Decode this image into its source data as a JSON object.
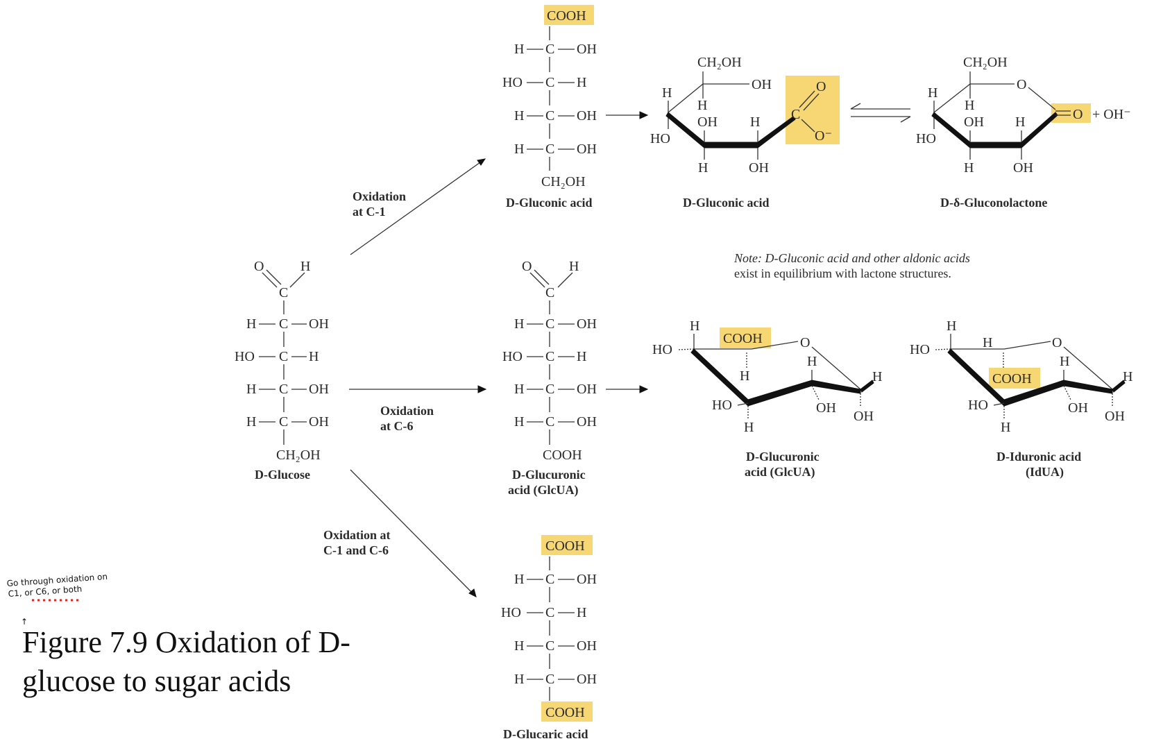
{
  "colors": {
    "highlight": "#f7d774",
    "ink": "#2a2a2a"
  },
  "glucose": {
    "top_O": "O",
    "top_H": "H",
    "C": "C",
    "rows": [
      {
        "left": "H",
        "right": "OH"
      },
      {
        "left": "HO",
        "right": "H"
      },
      {
        "left": "H",
        "right": "OH"
      },
      {
        "left": "H",
        "right": "OH"
      }
    ],
    "bottom": "CH₂OH",
    "label": "D-Glucose"
  },
  "reactions": {
    "c1": [
      "Oxidation",
      "at C-1"
    ],
    "c6": [
      "Oxidation",
      "at C-6"
    ],
    "both": [
      "Oxidation at",
      "C-1 and C-6"
    ]
  },
  "gluconic_fischer": {
    "top": "COOH",
    "rows": [
      {
        "left": "H",
        "right": "OH"
      },
      {
        "left": "HO",
        "right": "H"
      },
      {
        "left": "H",
        "right": "OH"
      },
      {
        "left": "H",
        "right": "OH"
      }
    ],
    "bottom": "CH₂OH",
    "label": "D-Gluconic acid"
  },
  "gluconic_chair": {
    "labels": [
      "CH₂OH",
      "OH",
      "H",
      "H",
      "HO",
      "OH",
      "H",
      "H",
      "OH",
      "C",
      "O",
      "O⁻"
    ],
    "label": "D-Gluconic acid"
  },
  "gluconolactone": {
    "labels": [
      "CH₂OH",
      "O",
      "H",
      "H",
      "HO",
      "OH",
      "H",
      "H",
      "OH",
      "O"
    ],
    "plus": "+ OH⁻",
    "label": "D-δ-Gluconolactone"
  },
  "note": [
    "Note: D-Gluconic acid and other aldonic acids",
    "exist in equilibrium with lactone structures."
  ],
  "glucuronic_fischer": {
    "top_O": "O",
    "top_H": "H",
    "C": "C",
    "rows": [
      {
        "left": "H",
        "right": "OH"
      },
      {
        "left": "HO",
        "right": "H"
      },
      {
        "left": "H",
        "right": "OH"
      },
      {
        "left": "H",
        "right": "OH"
      }
    ],
    "bottom": "COOH",
    "label": [
      "D-Glucuronic",
      "acid (GlcUA)"
    ]
  },
  "glucuronic_ring": {
    "labels": [
      "H",
      "HO",
      "COOH",
      "O",
      "H",
      "H",
      "H",
      "HO",
      "OH",
      "OH",
      "H"
    ],
    "label": [
      "D-Glucuronic",
      "acid (GlcUA)"
    ]
  },
  "iduronic_ring": {
    "labels": [
      "H",
      "HO",
      "H",
      "O",
      "COOH",
      "H",
      "H",
      "HO",
      "OH",
      "OH",
      "H"
    ],
    "label": [
      "D-Iduronic acid",
      "(IdUA)"
    ]
  },
  "glucaric_fischer": {
    "top": "COOH",
    "rows": [
      {
        "left": "H",
        "right": "OH"
      },
      {
        "left": "HO",
        "right": "H"
      },
      {
        "left": "H",
        "right": "OH"
      },
      {
        "left": "H",
        "right": "OH"
      }
    ],
    "bottom": "COOH",
    "label": "D-Glucaric acid"
  },
  "handwritten": {
    "line1": "Go through oxidation on",
    "line2": "C1, or C6, or both",
    "arrow": "↑"
  },
  "caption": [
    "Figure 7.9 Oxidation of D-",
    "glucose to sugar acids"
  ]
}
